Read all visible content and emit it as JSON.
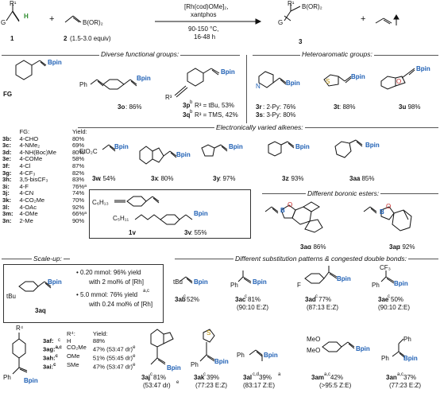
{
  "scheme": {
    "sub1": "1",
    "sub2": "2",
    "sub2_eq": "(1.5-3.0 equiv)",
    "prod": "3",
    "catalyst": "[Rh(cod)OMe]₂,",
    "ligand": "xantphos",
    "temp": "90-150 °C,",
    "time": "16-48 h",
    "R1": "R¹",
    "G": "G",
    "H": "H",
    "BOR2": "B(OR)₂",
    "plus": "+"
  },
  "sections": {
    "func": "Diverse functional groups:",
    "hetero": "Heteroaromatic groups:",
    "elec": "Electronically varied alkenes:",
    "boronic": "Different boronic esters:",
    "scale": "Scale-up:",
    "subst": "Different substitution patterns & congested double bonds:"
  },
  "fg_table": {
    "head": [
      "FG:",
      "Yield:"
    ],
    "FG": "FG",
    "rows": [
      [
        "3b:",
        "4-CHO",
        "80%"
      ],
      [
        "3c:",
        "4-NMe₂",
        "69%"
      ],
      [
        "3d:",
        "4-NH(Boc)Me",
        "80%"
      ],
      [
        "3e:",
        "4-COMe",
        "58%"
      ],
      [
        "3f:",
        "4-Cl",
        "87%"
      ],
      [
        "3g:",
        "4-CF₃",
        "82%"
      ],
      [
        "3h:",
        "3,5-bisCF₃",
        "83%"
      ],
      [
        "3i:",
        "4-F",
        "76%ᵃ"
      ],
      [
        "3j:",
        "4-CN",
        "74%"
      ],
      [
        "3k:",
        "4-CO₂Me",
        "70%"
      ],
      [
        "3l:",
        "4-OAc",
        "92%"
      ],
      [
        "3m:",
        "4-OMe",
        "66%ᵃ"
      ],
      [
        "3n:",
        "2-Me",
        "90%"
      ]
    ]
  },
  "compounds": {
    "3o": {
      "id": "3o",
      "yield": ": 86%",
      "label": "Ph"
    },
    "3p": {
      "id": "3p",
      "sup": "b",
      "text": "R³ = tBu,  53%"
    },
    "3q": {
      "id": "3q",
      "sup": "b",
      "text": "R³ = TMS, 42%"
    },
    "R3": "R³",
    "3r": {
      "id": "3r",
      "text": ": 2-Py: 76%"
    },
    "3s": {
      "id": "3s",
      "text": ": 3-Py: 80%"
    },
    "3t": {
      "id": "3t",
      "yield": ": 88%"
    },
    "3u": {
      "id": "3u",
      "yield": ": 98%"
    },
    "3w": {
      "id": "3w",
      "yield": ": 54%",
      "label": "EtO₂C"
    },
    "3x": {
      "id": "3x",
      "yield": ": 80%"
    },
    "3y": {
      "id": "3y",
      "yield": ": 97%"
    },
    "3z": {
      "id": "3z",
      "yield": ": 93%"
    },
    "3aa": {
      "id": "3aa",
      "yield": ": 85%"
    },
    "1v": {
      "id": "1v",
      "label": "C₆H₁₃"
    },
    "3v": {
      "id": "3v",
      "yield": ": 55%",
      "label": "C₅H₁₁"
    },
    "3ao": {
      "id": "3ao",
      "yield": ": 86%"
    },
    "3ap": {
      "id": "3ap",
      "yield": ": 92%"
    },
    "3aq": {
      "id": "3aq",
      "label": "tBu"
    },
    "scale1": "• 0.20 mmol: 96% yield",
    "scale1b": "with 2 mol% of [Rh]",
    "scale2": "• 5.0 mmol:  76% yield",
    "scale2sup": "a,c",
    "scale2b": "with 0.24 mol% of [Rh]",
    "3ab": {
      "id": "3ab",
      "sup": "c",
      "yield": " 52%",
      "label": "tBu"
    },
    "3ac": {
      "id": "3ac",
      "sup": "c",
      "yield": " 81%",
      "ratio": "(90:10 E:Z)",
      "label": "Ph"
    },
    "3ad": {
      "id": "3ad",
      "sup": "c",
      "yield": " 77%",
      "ratio": "(87:13 E:Z)",
      "label": "F"
    },
    "3ae": {
      "id": "3ae",
      "sup": "c",
      "yield": " 50%",
      "ratio": "(90:10 Z:E)",
      "label": "Ph",
      "cf3": "CF₃"
    },
    "R4tab": {
      "R4": "R⁴",
      "head": [
        "R⁴:",
        "Yield:"
      ],
      "rows": [
        [
          "3af:",
          "H",
          "88%"
        ],
        [
          "3ag:",
          "CO₂Me",
          "47% (53:47 dr)"
        ],
        [
          "3ah:",
          "OMe",
          "51% (55:45 dr)"
        ],
        [
          "3ai:",
          "SMe",
          "47% (53:47 dr)"
        ]
      ],
      "sups": [
        "c",
        "a,c",
        "c",
        "c"
      ],
      "esup": "e",
      "Ph": "Ph"
    },
    "3aj": {
      "id": "3aj",
      "sup": "c",
      "yield": " 81%",
      "ratio": "(53:47 dr)",
      "rsup": "e"
    },
    "3ak": {
      "id": "3ak",
      "sup": "c",
      "yield": " 39%",
      "ratio": "(77:23 E:Z)",
      "label": "Ph"
    },
    "3al": {
      "id": "3al",
      "sup": "c,d",
      "yield": " 39%",
      "ysup": "a",
      "ratio": "(83:17 Z:E)",
      "label": "Ph"
    },
    "3am": {
      "id": "3am",
      "sup": "a,c",
      "yield": " 42%",
      "ratio": "(>95:5 Z:E)",
      "label": "MeO"
    },
    "3an": {
      "id": "3an",
      "sup": "a,c",
      "yield": " 37%",
      "ratio": "(77:23 E:Z)",
      "label": "Ph"
    },
    "Bpin": "Bpin",
    "N": "N",
    "S": "S",
    "O": "O",
    "B": "B"
  }
}
